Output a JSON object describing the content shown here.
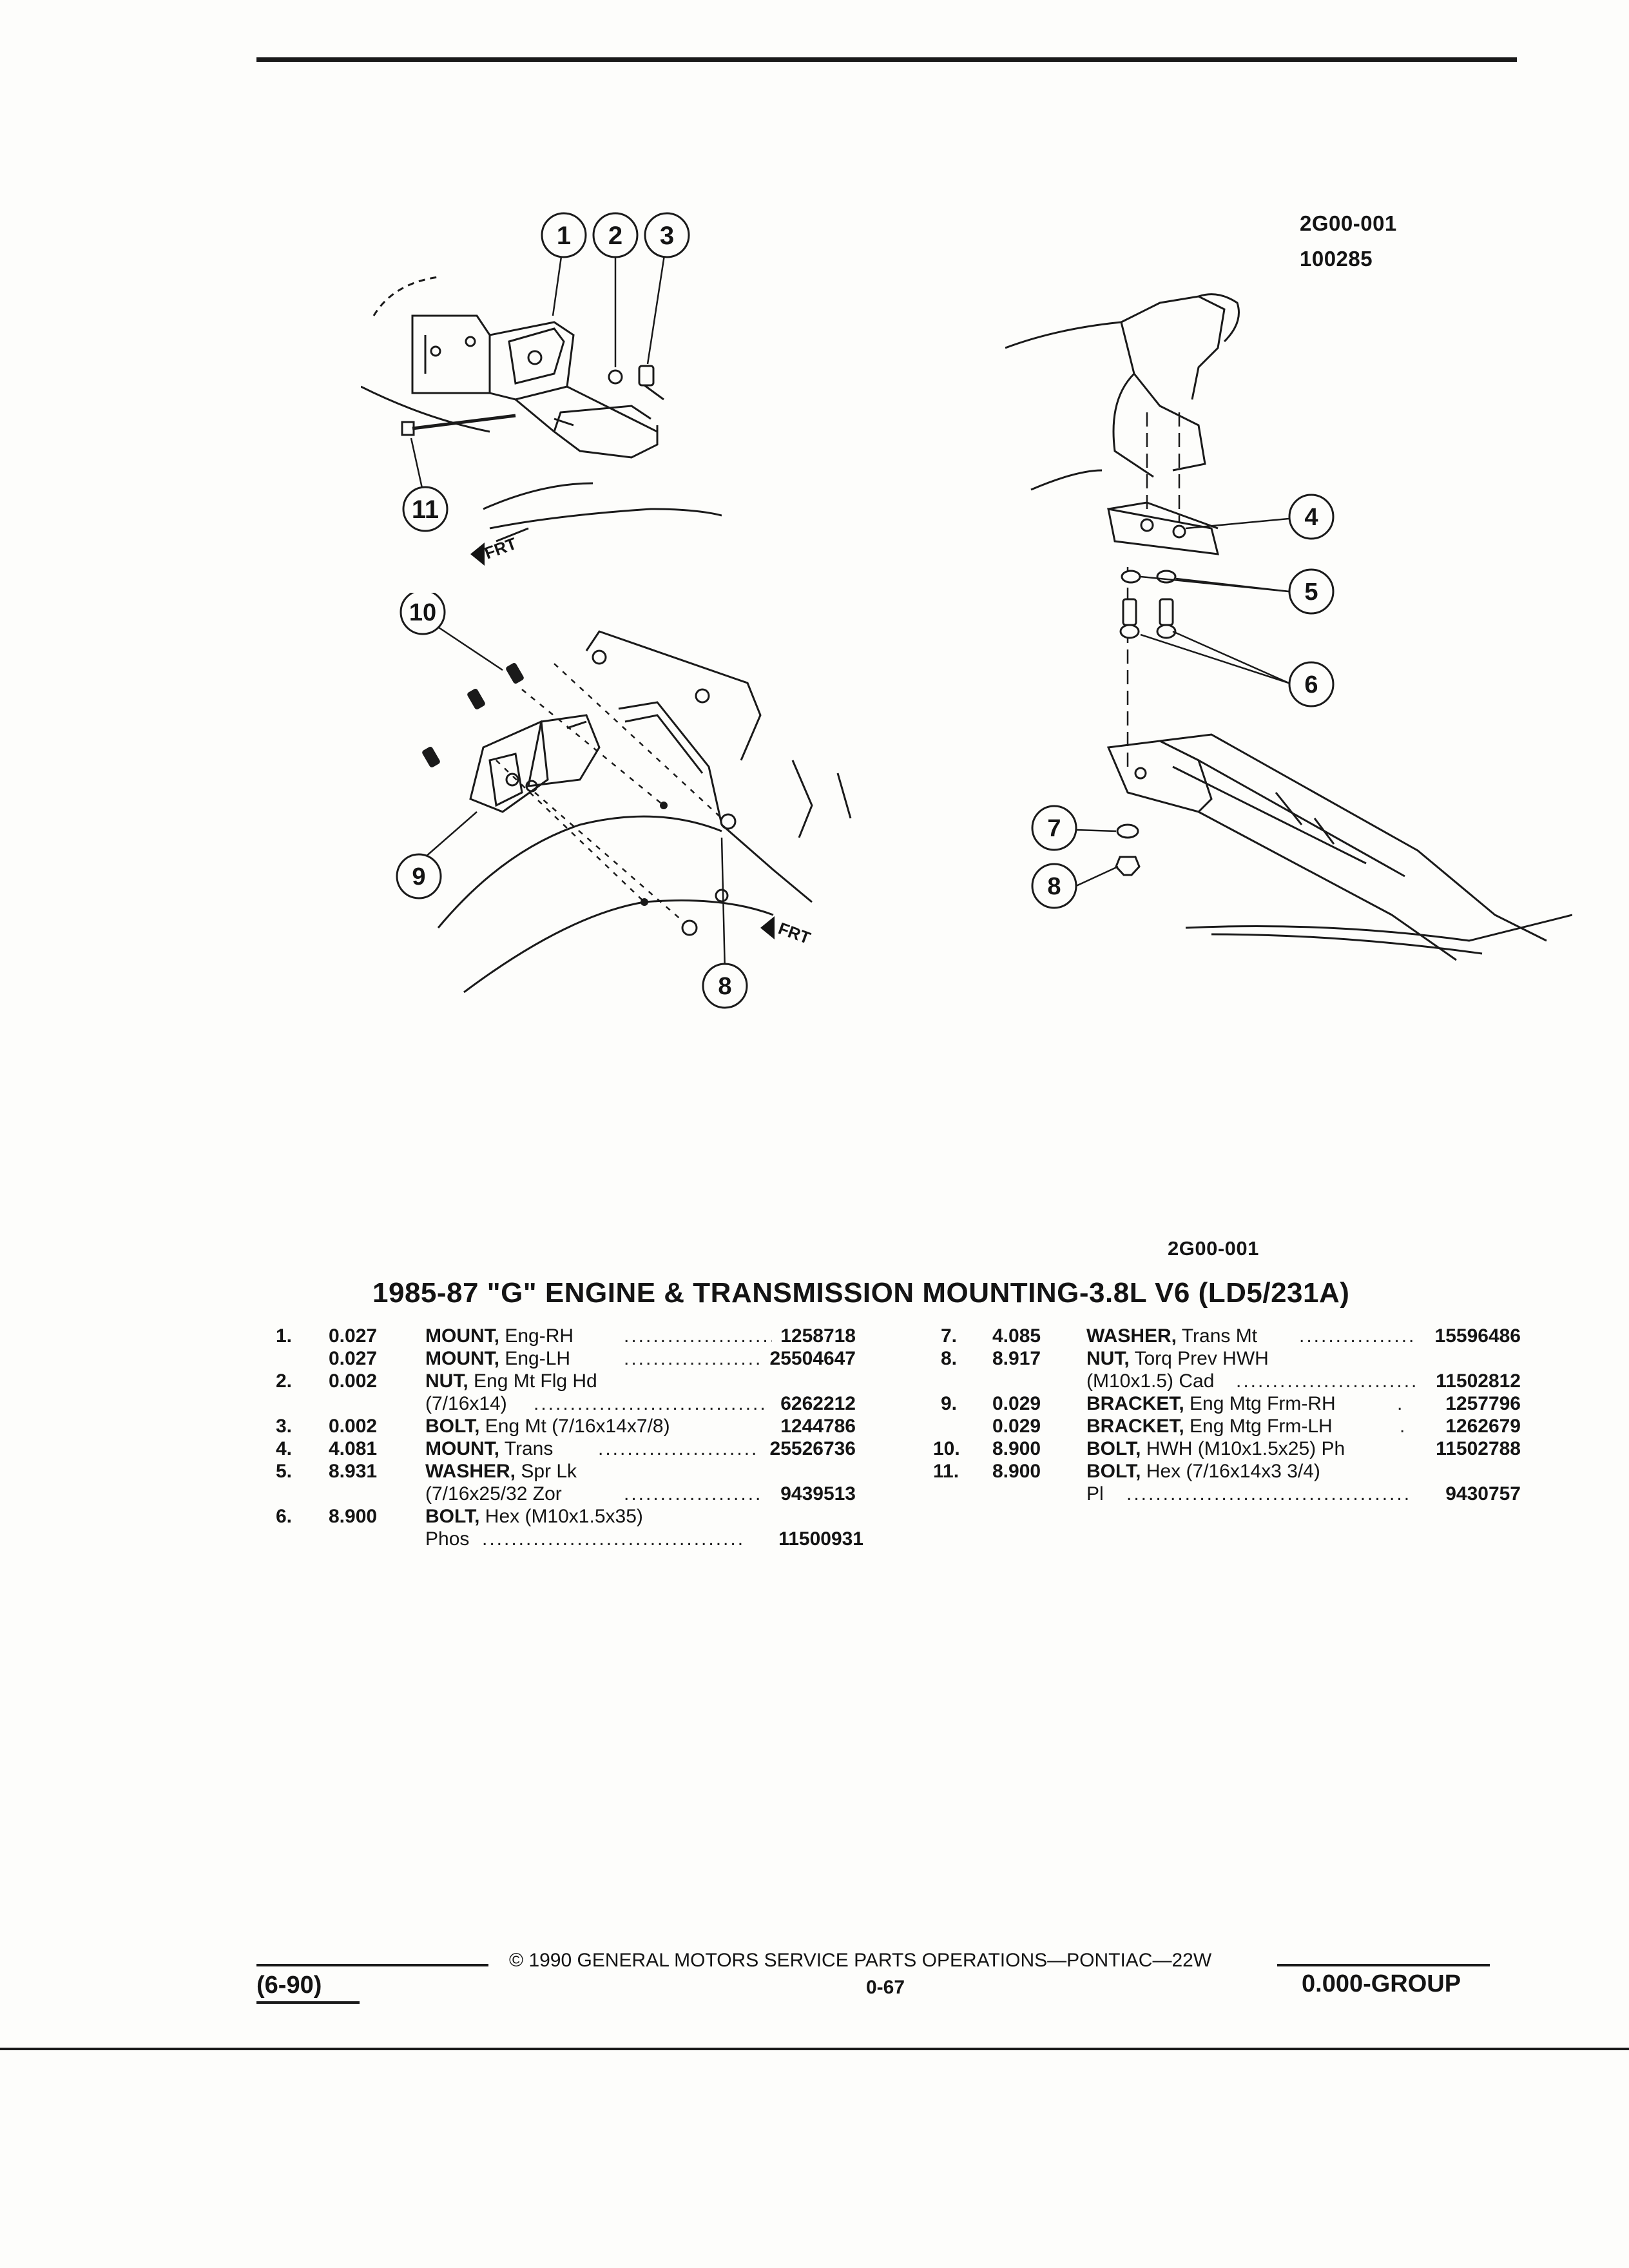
{
  "figure": {
    "code": "2G00-001",
    "date_code": "100285",
    "bottom_code": "2G00-001",
    "callouts": [
      "1",
      "2",
      "3",
      "4",
      "5",
      "6",
      "7",
      "8",
      "8",
      "9",
      "10",
      "11"
    ],
    "frt_label": "FRT"
  },
  "title": "1985-87 \"G\" ENGINE & TRANSMISSION MOUNTING-3.8L V6 (LD5/231A)",
  "parts_left": [
    {
      "num": "1.",
      "qty": "0.027",
      "name": "MOUNT,",
      "spec": " Eng-RH",
      "part": "1258718"
    },
    {
      "num": "",
      "qty": "0.027",
      "name": "MOUNT,",
      "spec": " Eng-LH",
      "part": "25504647"
    },
    {
      "num": "2.",
      "qty": "0.002",
      "name": "NUT,",
      "spec": " Eng Mt Flg Hd",
      "spec2": "(7/16x14)",
      "part": "6262212"
    },
    {
      "num": "3.",
      "qty": "0.002",
      "name": "BOLT,",
      "spec": " Eng Mt (7/16x14x7/8)",
      "part": "1244786"
    },
    {
      "num": "4.",
      "qty": "4.081",
      "name": "MOUNT,",
      "spec": " Trans",
      "part": "25526736"
    },
    {
      "num": "5.",
      "qty": "8.931",
      "name": "WASHER,",
      "spec": " Spr Lk",
      "spec2": "(7/16x25/32 Zor",
      "part": "9439513"
    },
    {
      "num": "6.",
      "qty": "8.900",
      "name": "BOLT,",
      "spec": " Hex (M10x1.5x35)",
      "spec2": "Phos",
      "part": "11500931"
    }
  ],
  "parts_right": [
    {
      "num": "7.",
      "qty": "4.085",
      "name": "WASHER,",
      "spec": " Trans Mt",
      "part": "15596486"
    },
    {
      "num": "8.",
      "qty": "8.917",
      "name": "NUT,",
      "spec": " Torq Prev HWH",
      "spec2": "(M10x1.5) Cad",
      "part": "11502812"
    },
    {
      "num": "9.",
      "qty": "0.029",
      "name": "BRACKET,",
      "spec": " Eng Mtg Frm-RH",
      "part": "1257796"
    },
    {
      "num": "",
      "qty": "0.029",
      "name": "BRACKET,",
      "spec": " Eng Mtg Frm-LH",
      "part": "1262679"
    },
    {
      "num": "10.",
      "qty": "8.900",
      "name": "BOLT,",
      "spec": " HWH (M10x1.5x25) Ph",
      "part": "11502788"
    },
    {
      "num": "11.",
      "qty": "8.900",
      "name": "BOLT,",
      "spec": " Hex (7/16x14x3 3/4)",
      "spec2": "Pl",
      "part": "9430757"
    }
  ],
  "footer": {
    "copyright": "© 1990 GENERAL MOTORS SERVICE PARTS OPERATIONS—PONTIAC—22W",
    "page": "0-67",
    "date": "(6-90)",
    "group": "0.000-GROUP"
  }
}
